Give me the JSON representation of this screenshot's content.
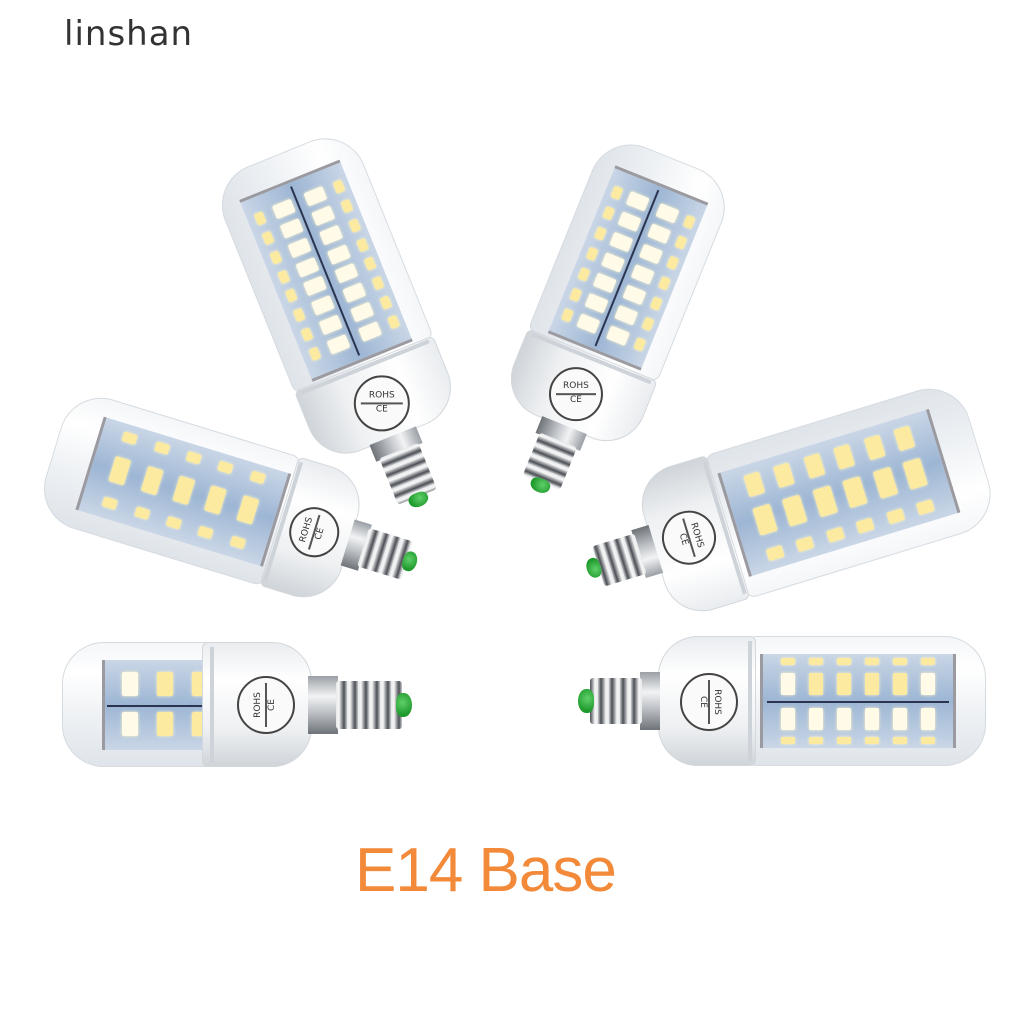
{
  "watermark": {
    "text": "linshan"
  },
  "caption": {
    "text": "E14 Base",
    "color": "#f28a3a"
  },
  "product": {
    "type": "LED corn light bulb",
    "socket": "E14",
    "marks": [
      "ROHS",
      "CE"
    ],
    "colors": {
      "cover": "#f4f6f8",
      "led": "#fbeaa0",
      "pcb": "#9db6d4",
      "tip": "#1f9a2c",
      "watermark": "#333333"
    }
  },
  "bulbs": [
    {
      "id": "top-left",
      "badge_top": "ROHS",
      "badge_bottom": "CE"
    },
    {
      "id": "top-right",
      "badge_top": "ROHS",
      "badge_bottom": "CE"
    },
    {
      "id": "middle-left",
      "badge_top": "ROHS",
      "badge_bottom": "CE"
    },
    {
      "id": "middle-right",
      "badge_top": "ROHS",
      "badge_bottom": "CE"
    },
    {
      "id": "bottom-left",
      "badge_top": "ROHS",
      "badge_bottom": "CE"
    },
    {
      "id": "bottom-right",
      "badge_top": "ROHS",
      "badge_bottom": "CE"
    }
  ]
}
